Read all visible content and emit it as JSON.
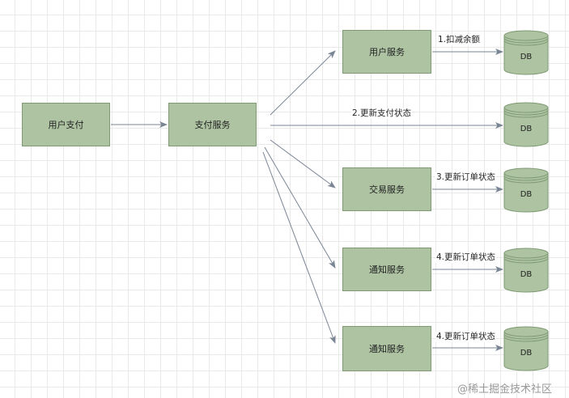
{
  "nodes": {
    "user_pay": "用户支付",
    "pay_service": "支付服务",
    "user_service": "用户服务",
    "trade_service": "交易服务",
    "notify_service_1": "通知服务",
    "notify_service_2": "通知服务"
  },
  "databases": [
    "DB",
    "DB",
    "DB",
    "DB",
    "DB"
  ],
  "edge_labels": {
    "deduct_balance": "1.扣减余额",
    "update_pay_status": "2.更新支付状态",
    "update_order_status_3": "3.更新订单状态",
    "update_order_status_4a": "4.更新订单状态",
    "update_order_status_4b": "4.更新订单状态"
  },
  "watermark": "@稀土掘金技术社区",
  "colors": {
    "box_fill": "#adc3a2",
    "box_border": "#7f9a73",
    "edge": "#7a8594",
    "grid": "#e9e9e9"
  },
  "icons": {
    "database": "cylinder-icon",
    "arrow": "arrowhead"
  }
}
